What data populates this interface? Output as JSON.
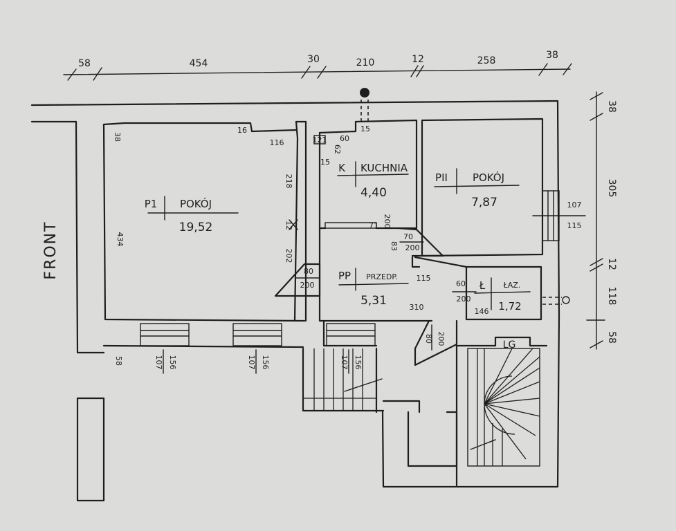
{
  "plan": {
    "front_label": "FRONT",
    "top_dims": [
      "58",
      "454",
      "30",
      "210",
      "12",
      "258",
      "38"
    ],
    "right_dims": [
      "38",
      "305",
      "12",
      "118",
      "58"
    ],
    "rooms": {
      "p1": {
        "code": "P1",
        "name": "POKÓJ",
        "area": "19,52"
      },
      "k": {
        "code": "K",
        "name": "KUCHNIA",
        "area": "4,40"
      },
      "p2": {
        "code": "PII",
        "name": "POKÓJ",
        "area": "7,87"
      },
      "pp": {
        "code": "PP",
        "name": "PRZEDP.",
        "area": "5,31"
      },
      "l": {
        "code": "Ł",
        "name": "ŁAZ.",
        "area": "1,72"
      }
    },
    "inner_dims": {
      "d16": "16",
      "d116": "116",
      "d218": "218",
      "d12a": "12",
      "d202": "202",
      "d38": "38",
      "d434": "434",
      "d58": "58",
      "w1a": "107",
      "w1b": "156",
      "w2a": "107",
      "w2b": "156",
      "w3a": "107",
      "w3b": "156",
      "d15a": "15",
      "d60a": "60",
      "d15b": "15",
      "d62": "62",
      "d121": "121",
      "d200a": "200",
      "d71": "71",
      "d83": "83",
      "d70": "70",
      "d200b": "200",
      "d107r": "107",
      "d115r": "115",
      "d80a": "80",
      "d200c": "200",
      "d115": "115",
      "d310": "310",
      "d60b": "60",
      "d200d": "200",
      "d146": "146",
      "d80b": "80",
      "d200e": "200"
    },
    "stair_label": "LG"
  }
}
